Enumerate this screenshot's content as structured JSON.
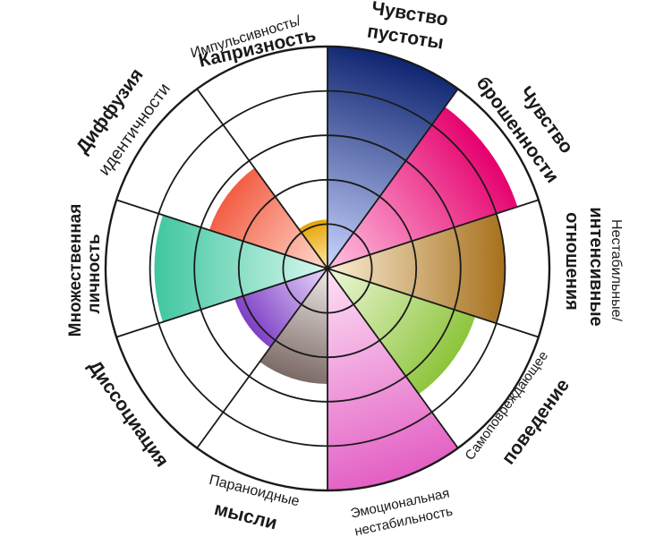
{
  "chart_data": {
    "type": "radial-wheel",
    "rings": 5,
    "segments": [
      {
        "label_lines": [
          "Чувство",
          "пустоты"
        ],
        "value": 5,
        "colors": [
          "#0e2470",
          "#c9d4ff"
        ]
      },
      {
        "label_lines": [
          "Чувство",
          "брошенности"
        ],
        "value": 4.5,
        "colors": [
          "#e5006d",
          "#ffc3e2"
        ]
      },
      {
        "label_lines": [
          "Нестабильные/",
          "интенсивные",
          "отношения"
        ],
        "value": 4,
        "colors": [
          "#a6701c",
          "#fbeed5"
        ]
      },
      {
        "label_lines": [
          "Самоповреждающее",
          "поведение"
        ],
        "value": 3.5,
        "colors": [
          "#8cc43a",
          "#eef8d8"
        ]
      },
      {
        "label_lines": [
          "Эмоциональная",
          "нестабильность"
        ],
        "value": 5,
        "colors": [
          "#e35fc4",
          "#fde1f5"
        ]
      },
      {
        "label_lines": [
          "Параноидные",
          "мысли"
        ],
        "value": 2.6,
        "colors": [
          "#7b6965",
          "#eeeae8"
        ]
      },
      {
        "label_lines": [
          "Диссоциация"
        ],
        "value": 2.2,
        "colors": [
          "#7d3ec4",
          "#e8d9fb"
        ]
      },
      {
        "label_lines": [
          "Множественная",
          "личность"
        ],
        "value": 3.9,
        "colors": [
          "#3fc6a0",
          "#d8f8ee"
        ]
      },
      {
        "label_lines": [
          "Диффузия",
          "идентичности"
        ],
        "value": 2.8,
        "colors": [
          "#f25d43",
          "#ffd9cc"
        ]
      },
      {
        "label_lines": [
          "Импульсивность/",
          "Капризность"
        ],
        "value": 1.1,
        "colors": [
          "#e6a300",
          "#fde9a8"
        ]
      }
    ]
  }
}
